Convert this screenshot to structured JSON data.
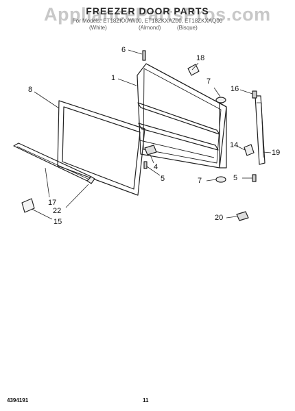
{
  "watermark": "AppliancePartsPros.com",
  "title": "FREEZER DOOR PARTS",
  "subtitle": "For Models: ET18ZKXAW00, ET18ZKXAZ00, ET18ZKXAQ00",
  "variants": [
    "(White)",
    "(Almond)",
    "(Bisque)"
  ],
  "callouts": [
    "6",
    "18",
    "1",
    "7",
    "8",
    "16",
    "14",
    "19",
    "4",
    "5",
    "7",
    "5",
    "17",
    "22",
    "15",
    "20"
  ],
  "footer": {
    "doc_number": "4394191",
    "page_number": "11"
  }
}
